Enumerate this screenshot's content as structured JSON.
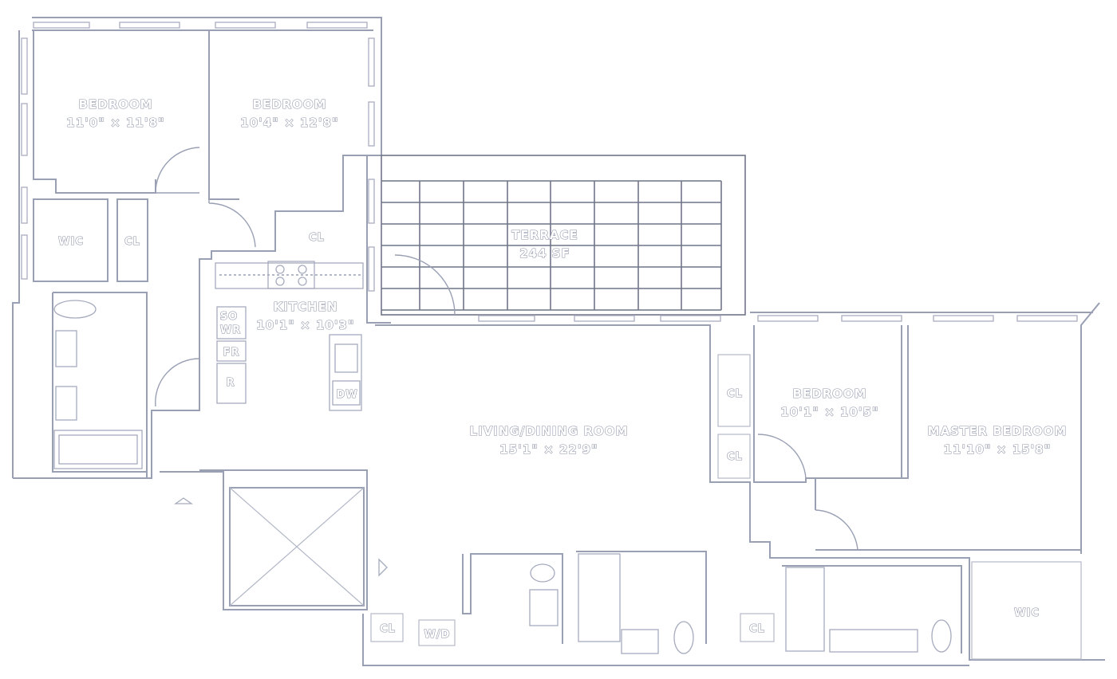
{
  "rooms": {
    "bedroom_1": {
      "name": "BEDROOM",
      "dims": "11'0\" × 11'8\""
    },
    "bedroom_2": {
      "name": "BEDROOM",
      "dims": "10'4\" × 12'8\""
    },
    "terrace": {
      "name": "TERRACE",
      "dims": "244 SF"
    },
    "kitchen": {
      "name": "KITCHEN",
      "dims": "10'1\" × 10'3\""
    },
    "living": {
      "name": "LIVING/DINING ROOM",
      "dims": "15'1\" × 22'9\""
    },
    "bedroom_3": {
      "name": "BEDROOM",
      "dims": "10'1\" × 10'5\""
    },
    "master": {
      "name": "MASTER BEDROOM",
      "dims": "11'10\" × 15'8\""
    }
  },
  "small_labels": {
    "wic_left": "WIC",
    "cl_left": "CL",
    "cl_top": "CL",
    "so": "SO",
    "wr": "WR",
    "fr": "FR",
    "r": "R",
    "dw": "DW",
    "cl_right_1": "CL",
    "cl_right_2": "CL",
    "cl_bottom_1": "CL",
    "wd": "W/D",
    "cl_bottom_2": "CL",
    "wic_right": "WIC"
  },
  "colors": {
    "wall": "#9aa0b4",
    "terrace_grid": "#6f7588",
    "background": "#ffffff"
  }
}
